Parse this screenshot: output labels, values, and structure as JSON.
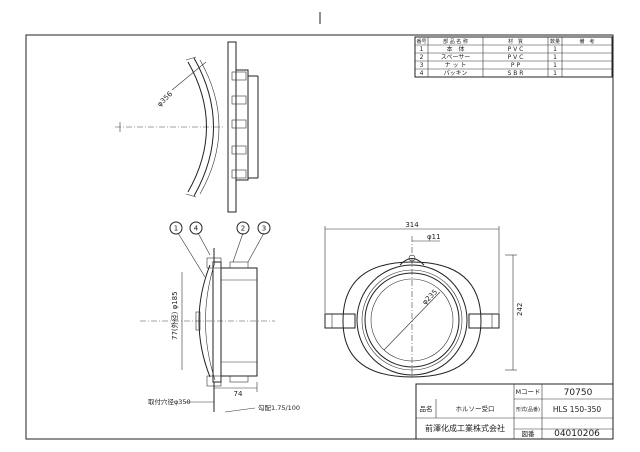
{
  "parts_table": {
    "headers": [
      "番号",
      "部 品 名 称",
      "材　質",
      "数量",
      "備　考"
    ],
    "rows": [
      {
        "no": "1",
        "name": "本　体",
        "material": "P V C",
        "qty": "1",
        "note": ""
      },
      {
        "no": "2",
        "name": "スペーサー",
        "material": "P V C",
        "qty": "1",
        "note": ""
      },
      {
        "no": "3",
        "name": "ナ ッ ト",
        "material": "P P",
        "qty": "1",
        "note": ""
      },
      {
        "no": "4",
        "name": "パッキン",
        "material": "S B R",
        "qty": "1",
        "note": ""
      }
    ]
  },
  "dimensions": {
    "diam356": "φ356",
    "width314": "314",
    "hole11": "φ11",
    "diam235": "φ235",
    "height242": "242",
    "diam185": "77(外径) φ185",
    "len74": "74",
    "hole_range": "取付穴径φ350",
    "slope": "勾配1.75/100"
  },
  "balloons": [
    "1",
    "4",
    "2",
    "3"
  ],
  "title_block": {
    "mcode_label": "Mコード",
    "mcode_value": "70750",
    "name_label": "品名",
    "name_value": "ホルソー受口",
    "model_label": "形式(品番)",
    "model_value": "HLS 150-350",
    "company": "前澤化成工業株式会社",
    "drawing_no_label": "図番",
    "drawing_no_value": "04010206"
  }
}
